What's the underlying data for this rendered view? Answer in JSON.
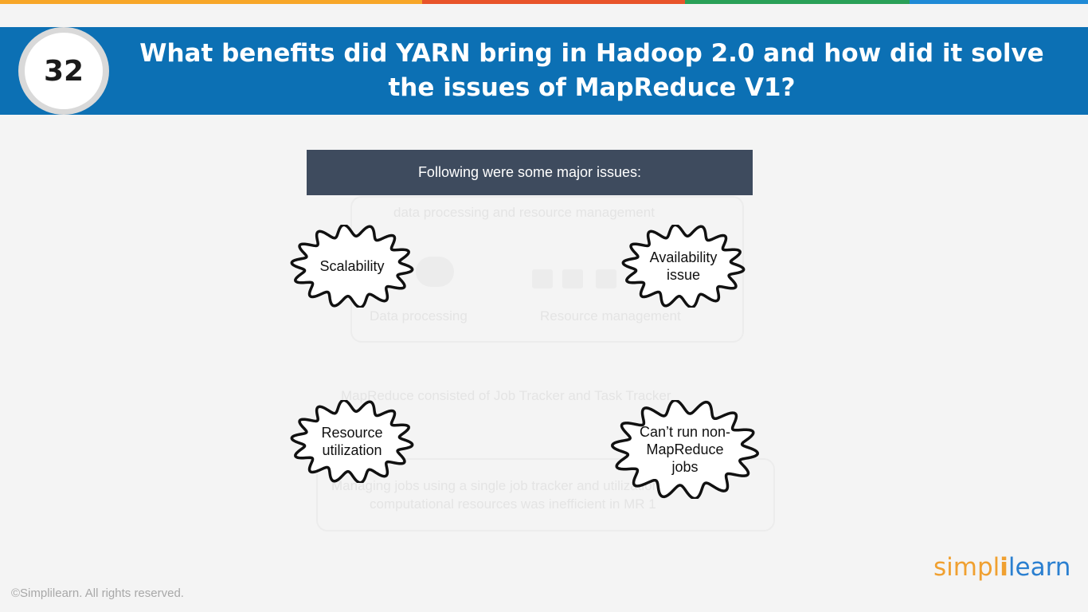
{
  "colors": {
    "stripe": [
      "#f7a628",
      "#e8542a",
      "#2aa058",
      "#1f8ad6"
    ],
    "header_bg": "#0c70b4",
    "issues_bar_bg": "#3e4b5e",
    "logo_orange": "#f0a030",
    "logo_blue": "#2a7fd0"
  },
  "header": {
    "question_number": "32",
    "title": "What benefits did YARN bring in Hadoop 2.0 and how did it solve the issues of MapReduce V1?"
  },
  "issues_bar": {
    "label": "Following were some major issues:"
  },
  "background_text": {
    "line1": "data processing and resource management",
    "data_processing": "Data processing",
    "resource_management": "Resource management",
    "mapreduce_line": "MapReduce consisted of Job Tracker and Task Tracker",
    "managing_line1": "Managing jobs using a single job tracker and utilization of",
    "managing_line2": "computational resources was inefficient in MR 1"
  },
  "issues": [
    {
      "name": "issue-scalability",
      "line1": "Scalability",
      "line2": "",
      "line3": ""
    },
    {
      "name": "issue-availability",
      "line1": "Availability",
      "line2": "issue",
      "line3": ""
    },
    {
      "name": "issue-resource-utilization",
      "line1": "Resource",
      "line2": "utilization",
      "line3": ""
    },
    {
      "name": "issue-non-mapreduce",
      "line1": "Can’t run non-",
      "line2": "MapReduce",
      "line3": "jobs"
    }
  ],
  "footer": {
    "copyright": "©Simplilearn. All rights reserved.",
    "logo_part1": "simpl",
    "logo_separator": "i",
    "logo_part2": "learn"
  }
}
